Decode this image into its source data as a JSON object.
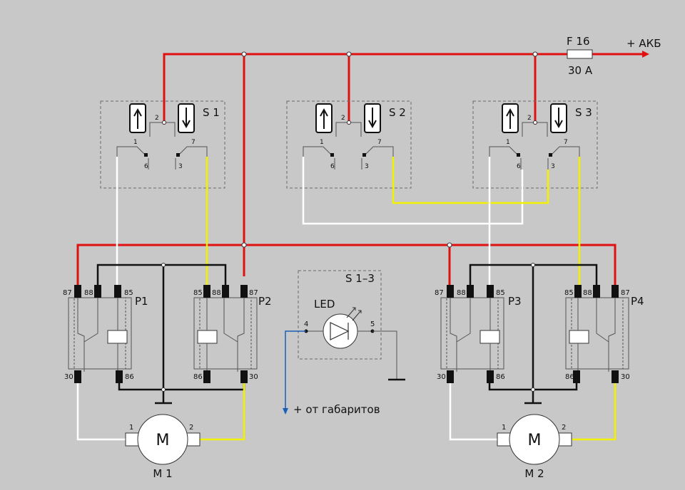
{
  "fuse": {
    "name": "F 16",
    "rating": "30 A"
  },
  "supply": {
    "label": "+ АКБ"
  },
  "switches": [
    {
      "name": "S 1",
      "pins": [
        "1",
        "2",
        "6",
        "3",
        "7"
      ]
    },
    {
      "name": "S 2",
      "pins": [
        "1",
        "2",
        "6",
        "3",
        "7"
      ]
    },
    {
      "name": "S 3",
      "pins": [
        "1",
        "2",
        "6",
        "3",
        "7"
      ]
    }
  ],
  "indicator": {
    "name": "S 1–3",
    "led": "LED",
    "pin_in": "4",
    "pin_out": "5",
    "source": "+ от габаритов"
  },
  "relays": [
    {
      "name": "P1",
      "pins": [
        "87",
        "88",
        "85",
        "30",
        "86"
      ]
    },
    {
      "name": "P2",
      "pins": [
        "85",
        "88",
        "87",
        "86",
        "30"
      ]
    },
    {
      "name": "P3",
      "pins": [
        "87",
        "88",
        "85",
        "30",
        "86"
      ]
    },
    {
      "name": "P4",
      "pins": [
        "85",
        "88",
        "87",
        "86",
        "30"
      ]
    }
  ],
  "motors": [
    {
      "symbol": "M",
      "name": "M 1",
      "pin_left": "1",
      "pin_right": "2"
    },
    {
      "symbol": "M",
      "name": "M 2",
      "pin_left": "1",
      "pin_right": "2"
    }
  ],
  "colors": {
    "supply": "#e01010",
    "ground": "#111111",
    "up": "#ffffff",
    "down": "#f2f200",
    "marker_feed": "#1a5fb4"
  }
}
